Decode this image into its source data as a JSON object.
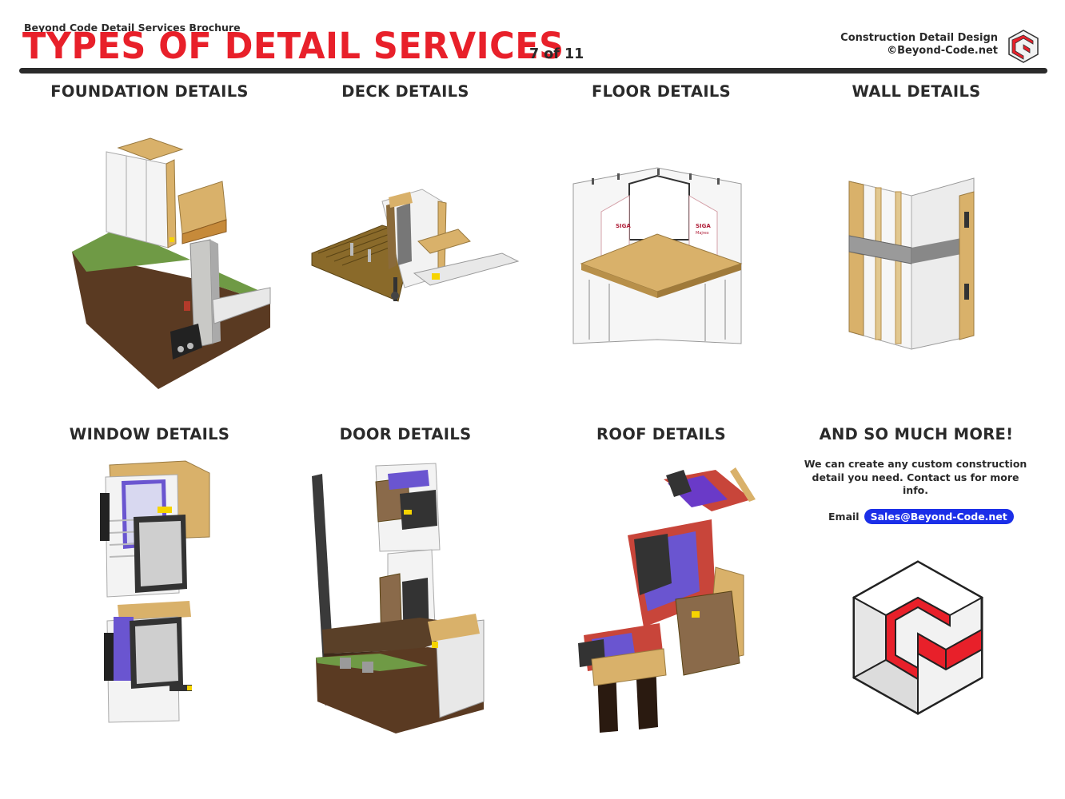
{
  "header": {
    "brochure": "Beyond Code Detail Services Brochure",
    "title": "TYPES OF DETAIL SERVICES",
    "page": "7 of 11",
    "right_line1": "Construction Detail Design",
    "right_line2": "©Beyond-Code.net"
  },
  "sections": [
    {
      "label": "FOUNDATION DETAILS"
    },
    {
      "label": "DECK DETAILS"
    },
    {
      "label": "FLOOR DETAILS"
    },
    {
      "label": "WALL DETAILS"
    },
    {
      "label": "WINDOW DETAILS"
    },
    {
      "label": "DOOR DETAILS"
    },
    {
      "label": "ROOF DETAILS"
    }
  ],
  "more": {
    "heading": "AND SO MUCH MORE!",
    "body": "We can create any custom construction detail you need. Contact us for more info.",
    "email_label": "Email",
    "email": "Sales@Beyond-Code.net"
  },
  "floor_tape_brand": "SIGA",
  "floor_tape_product": "Majrex",
  "colors": {
    "accent_red": "#e8202a",
    "dark": "#2b2b2b",
    "email_blue": "#1b2fe8",
    "osb": "#d9b16a",
    "soil": "#5a3a22",
    "grass": "#6f9a45"
  }
}
